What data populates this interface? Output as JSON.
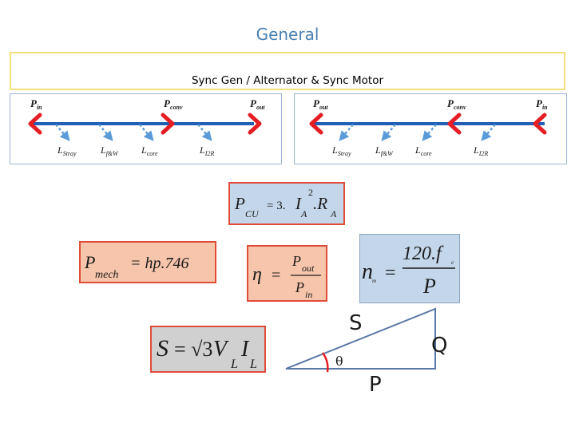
{
  "header": {
    "title": "General",
    "subtitle": "Sync Gen / Alternator & Sync Motor"
  },
  "power_flow_left": {
    "p_in": {
      "sym": "P",
      "sub": "in"
    },
    "p_conv": {
      "sym": "P",
      "sub": "conv"
    },
    "p_out": {
      "sym": "P",
      "sub": "out"
    },
    "losses": [
      {
        "sym": "L",
        "sub": "Stray"
      },
      {
        "sym": "L",
        "sub": "f&W"
      },
      {
        "sym": "L",
        "sub": "core"
      },
      {
        "sym": "L",
        "sub": "I2R"
      }
    ]
  },
  "power_flow_right": {
    "p_out": {
      "sym": "P",
      "sub": "out"
    },
    "p_conv": {
      "sym": "P",
      "sub": "conv"
    },
    "p_in": {
      "sym": "P",
      "sub": "in"
    },
    "losses": [
      {
        "sym": "L",
        "sub": "Stray"
      },
      {
        "sym": "L",
        "sub": "f&W"
      },
      {
        "sym": "L",
        "sub": "core"
      },
      {
        "sym": "L",
        "sub": "I2R"
      }
    ]
  },
  "formulas": {
    "copper_loss": {
      "lhs": "P",
      "lhs_sub": "CU",
      "eq": "= 3.",
      "i": "I",
      "i_sub": "A",
      "exp": "2",
      "rest": ".R",
      "r_sub": "A"
    },
    "mech_power": {
      "lhs": "P",
      "lhs_sub": "mech",
      "rhs": "= hp.746"
    },
    "efficiency": {
      "lhs": "η",
      "eq": "=",
      "num": "P",
      "num_sub": "out",
      "den": "P",
      "den_sub": "in"
    },
    "sync_speed": {
      "lhs": "n",
      "lhs_sub": "m",
      "eq": "=",
      "num": "120.f",
      "num_sub": "e",
      "den": "P"
    },
    "apparent_power": {
      "lhs": "S",
      "eq": "= √3",
      "v": "V",
      "v_sub": "L",
      "i": "I",
      "i_sub": "L"
    }
  },
  "triangle": {
    "hyp_label": "S",
    "vert_label": "Q",
    "base_label": "P",
    "angle_label": "θ"
  },
  "colors": {
    "line": "#1f5fb5",
    "arrow": "#e51d24",
    "loss": "#5a9bd8",
    "accent": "#4a7fb0"
  }
}
